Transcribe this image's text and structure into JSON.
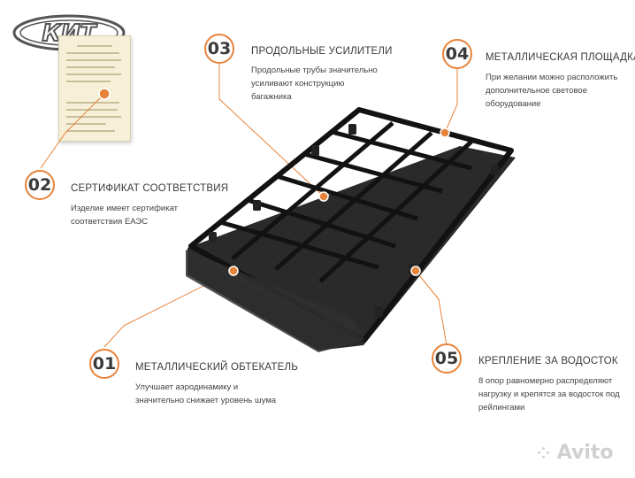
{
  "logo": {
    "text": "КИТ"
  },
  "callouts": [
    {
      "num": "03",
      "title": "ПРОДОЛЬНЫЕ УСИЛИТЕЛИ",
      "desc": [
        "Продольные трубы значительно",
        "усиливают конструкцию",
        "багажника"
      ]
    },
    {
      "num": "04",
      "title": "МЕТАЛЛИЧЕСКАЯ ПЛОЩАДКА",
      "desc": [
        "При желании можно расположить",
        "дополнительное световое",
        "оборудование"
      ]
    },
    {
      "num": "02",
      "title": "СЕРТИФИКАТ СООТВЕТСТВИЯ",
      "desc": [
        "Изделие имеет сертификат",
        "соответствия ЕАЭС"
      ]
    },
    {
      "num": "01",
      "title": "МЕТАЛЛИЧЕСКИЙ ОБТЕКАТЕЛЬ",
      "desc": [
        "Улучшает аэродинамику и",
        "значительно снижает уровень шума"
      ]
    },
    {
      "num": "05",
      "title": "КРЕПЛЕНИЕ ЗА ВОДОСТОК",
      "desc": [
        "8 опор равномерно распределяют",
        "нагрузку и крепятся за водосток под",
        "рейлингами"
      ]
    }
  ],
  "watermark": {
    "text": "Avito"
  },
  "colors": {
    "accent": "#e8833a",
    "rack": "#1a1a1a",
    "text": "#3c3c3c"
  }
}
